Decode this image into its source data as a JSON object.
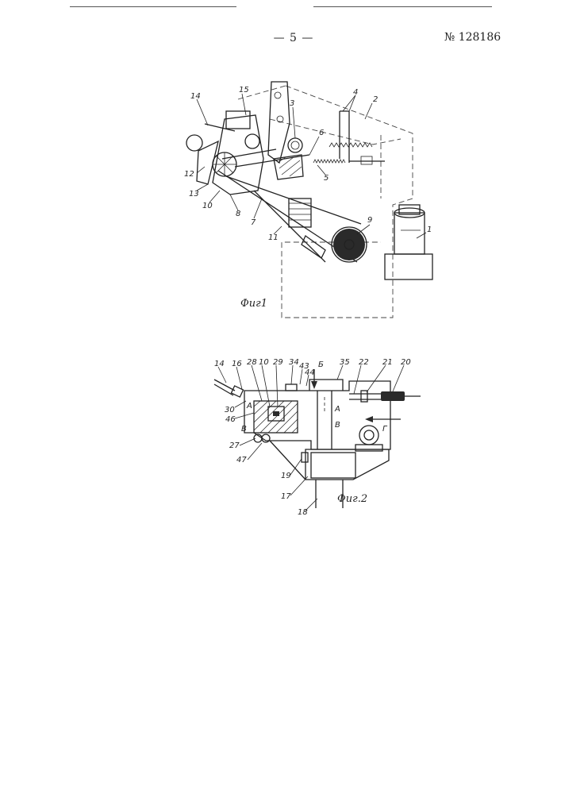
{
  "header": {
    "page_number": "— 5 —",
    "patent_number": "№ 128186"
  },
  "figure1": {
    "caption": "Фиг1",
    "labels": [
      "14",
      "15",
      "3",
      "4",
      "2",
      "12",
      "6",
      "5",
      "13",
      "10",
      "8",
      "7",
      "11",
      "9",
      "1"
    ]
  },
  "figure2": {
    "caption": "Фиг.2",
    "labels": [
      "14",
      "16",
      "28",
      "10",
      "29",
      "34",
      "43",
      "44",
      "35",
      "22",
      "21",
      "20",
      "30",
      "A",
      "46",
      "B",
      "27",
      "47",
      "19",
      "17",
      "18",
      "A",
      "B"
    ],
    "arrow_b": "Б",
    "arrow_g": "Г"
  }
}
